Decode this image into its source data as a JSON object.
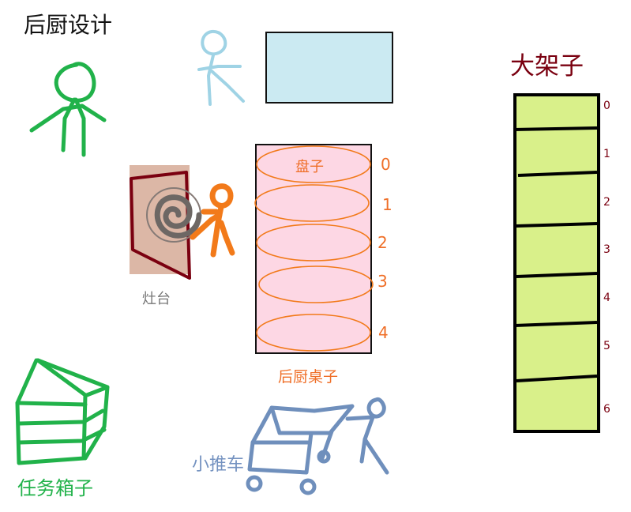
{
  "title": "后厨设计",
  "stove": {
    "label": "灶台"
  },
  "back_table": {
    "label": "后厨桌子",
    "plate_label": "盘子",
    "plate_indices": [
      "0",
      "1",
      "2",
      "3",
      "4"
    ]
  },
  "shelf": {
    "title": "大架子",
    "slot_indices": [
      "0",
      "1",
      "2",
      "3",
      "4",
      "5",
      "6"
    ]
  },
  "cart": {
    "label": "小推车"
  },
  "task_boxes": {
    "label": "任务箱子"
  },
  "colors": {
    "green": "#21b24a",
    "light_blue": "#9fd3e5",
    "orange": "#f27a1a",
    "pink_fill": "#fdd7e4",
    "shelf_fill": "#d9f08a",
    "dark_red": "#7a0010",
    "cart_blue": "#6f8fbc"
  }
}
